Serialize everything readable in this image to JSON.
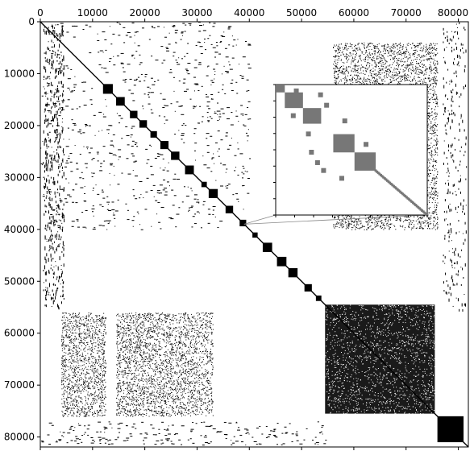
{
  "chart_data": {
    "type": "heatmap",
    "subtype": "sparse-matrix-spy",
    "matrix_size": 81920,
    "xlim": [
      0,
      81920
    ],
    "ylim": [
      81920,
      0
    ],
    "x_ticks": [
      0,
      10000,
      20000,
      30000,
      40000,
      50000,
      60000,
      70000,
      80000
    ],
    "x_tick_labels": [
      "0",
      "10000",
      "20000",
      "30000",
      "40000",
      "50000",
      "60000",
      "70000",
      "80000"
    ],
    "y_ticks": [
      0,
      10000,
      20000,
      30000,
      40000,
      50000,
      60000,
      70000,
      80000
    ],
    "y_tick_labels": [
      "0",
      "10000",
      "20000",
      "30000",
      "40000",
      "50000",
      "60000",
      "70000",
      "80000"
    ],
    "x_axis_position": "top",
    "grid": false,
    "marker_color": "#000000",
    "dense_blocks": [
      {
        "row_range": [
          54500,
          75500
        ],
        "col_range": [
          54500,
          75500
        ],
        "density": 0.85
      },
      {
        "row_range": [
          76000,
          81000
        ],
        "col_range": [
          76000,
          81000
        ],
        "density": 1.0
      }
    ],
    "sparse_blocks": [
      {
        "row_range": [
          56000,
          76000
        ],
        "col_range": [
          4000,
          12500
        ],
        "density": 0.35
      },
      {
        "row_range": [
          56000,
          76000
        ],
        "col_range": [
          14500,
          25000
        ],
        "density": 0.35
      },
      {
        "row_range": [
          56000,
          76000
        ],
        "col_range": [
          25000,
          33000
        ],
        "density": 0.3
      },
      {
        "row_range": [
          4000,
          40000
        ],
        "col_range": [
          56000,
          76000
        ],
        "density": 0.35
      }
    ],
    "diagonal": {
      "from": 0,
      "to": 81920,
      "blocks_from": 12000,
      "blocks_to": 53000
    },
    "inset": {
      "zoom_region": {
        "rows": [
          39000,
          40000
        ],
        "cols": [
          39000,
          40000
        ]
      },
      "location": "upper-right",
      "description_blocks": [
        {
          "r": [
            0,
            0.06
          ],
          "c": [
            0,
            0.06
          ]
        },
        {
          "r": [
            0.06,
            0.18
          ],
          "c": [
            0.06,
            0.18
          ]
        },
        {
          "r": [
            0.18,
            0.3
          ],
          "c": [
            0.18,
            0.3
          ]
        },
        {
          "r": [
            0.38,
            0.52
          ],
          "c": [
            0.38,
            0.52
          ]
        },
        {
          "r": [
            0.52,
            0.66
          ],
          "c": [
            0.52,
            0.66
          ]
        }
      ]
    }
  }
}
